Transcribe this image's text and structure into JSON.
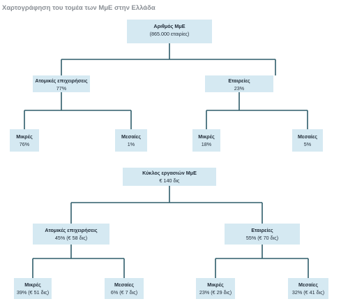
{
  "title": "Χαρτογράφηση του τομέα των ΜμΕ στην Ελλάδα",
  "colors": {
    "box_fill": "#d5e9f2",
    "connector": "#2f5d6a",
    "title": "#8a8f95"
  },
  "tree1": {
    "root": {
      "label": "Αριθμός ΜμΕ",
      "value": "(865.000 εταιρίες)"
    },
    "left": {
      "label": "Ατομικές επιχειρήσεις",
      "value": "77%",
      "small": {
        "label": "Μικρές",
        "value": "76%"
      },
      "medium": {
        "label": "Μεσαίες",
        "value": "1%"
      }
    },
    "right": {
      "label": "Εταιρείες",
      "value": "23%",
      "small": {
        "label": "Μικρές",
        "value": "18%"
      },
      "medium": {
        "label": "Μεσαίες",
        "value": "5%"
      }
    }
  },
  "tree2": {
    "root": {
      "label": "Κύκλος εργασιών ΜμΕ",
      "value": "€ 140 δις"
    },
    "left": {
      "label": "Ατομικές επιχειρήσεις",
      "value": "45% (€ 58 δις)",
      "small": {
        "label": "Μικρές",
        "value": "39% (€ 51 δις)"
      },
      "medium": {
        "label": "Μεσαίες",
        "value": "6% (€ 7 δις)"
      }
    },
    "right": {
      "label": "Εταιρείες",
      "value": "55% (€ 70 δις)",
      "small": {
        "label": "Μικρές",
        "value": "23% (€ 29 δις)"
      },
      "medium": {
        "label": "Μεσαίες",
        "value": "32% (€ 41 δις)"
      }
    }
  }
}
